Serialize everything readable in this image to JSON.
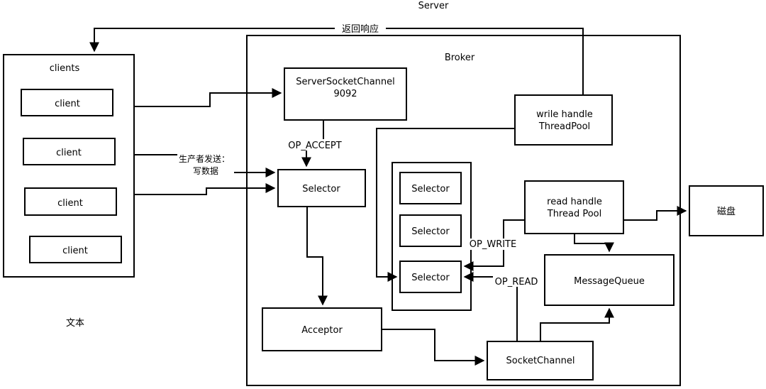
{
  "diagram": {
    "title": "Server",
    "broker_label": "Broker",
    "clients": {
      "title": "clients",
      "items": [
        "client",
        "client",
        "client",
        "client"
      ]
    },
    "nodes": {
      "server_socket_channel": [
        "ServerSocketChannel",
        "9092"
      ],
      "selector_main": "Selector",
      "acceptor": "Acceptor",
      "selector_pool": [
        "Selector",
        "Selector",
        "Selector"
      ],
      "write_pool": [
        "wrile handle",
        "ThreadPool"
      ],
      "read_pool": [
        "read handle",
        "Thread Pool"
      ],
      "message_queue": "MessageQueue",
      "socket_channel": "SocketChannel",
      "disk": "磁盘"
    },
    "edge_labels": {
      "response": "返回响应",
      "producer_send": [
        "生产者发送：",
        "写数据"
      ],
      "op_accept": "OP_ACCEPT",
      "op_write": "OP_WRITE",
      "op_read": "OP_READ"
    },
    "free_text": "文本"
  }
}
